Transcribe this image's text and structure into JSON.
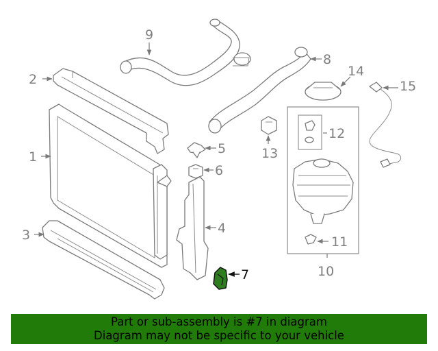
{
  "callouts": {
    "c1": "1",
    "c2": "2",
    "c3": "3",
    "c4": "4",
    "c5": "5",
    "c6": "6",
    "c7": "7",
    "c8": "8",
    "c9": "9",
    "c10": "10",
    "c11": "11",
    "c12": "12",
    "c13": "13",
    "c14": "14",
    "c15": "15"
  },
  "highlight": {
    "part": "7",
    "color": "#2e7d1e"
  },
  "banner": {
    "line1": "Part or sub-assembly is #7 in diagram",
    "line2": "Diagram may not be specific to your vehicle",
    "color": "#217b09"
  }
}
